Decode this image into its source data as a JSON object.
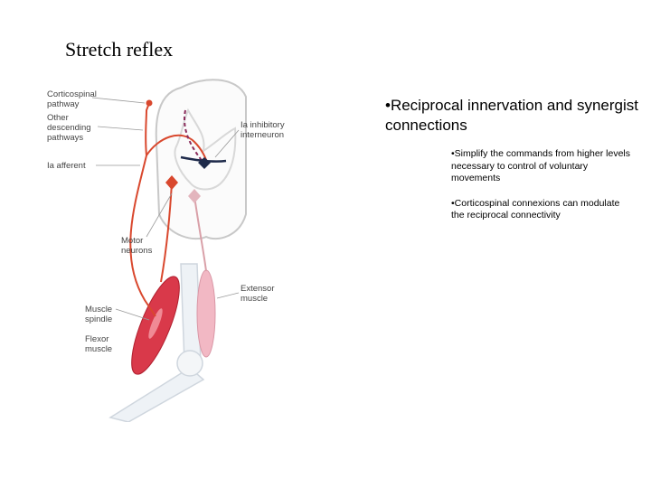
{
  "slide": {
    "title": "Stretch reflex",
    "bullet_main": "•Reciprocal innervation and synergist connections",
    "sub_bullets": [
      "•Simplify the commands from higher levels necessary to control of voluntary movements",
      "•Corticospinal connexions can modulate the reciprocal connectivity"
    ]
  },
  "figure": {
    "labels": {
      "corticospinal": [
        "Corticospinal",
        "pathway"
      ],
      "other_desc": [
        "Other",
        "descending",
        "pathways"
      ],
      "ia_afferent": "Ia afferent",
      "ia_inhib": [
        "Ia inhibitory",
        "interneuron"
      ],
      "motor": [
        "Motor",
        "neurons"
      ],
      "spindle": [
        "Muscle",
        "spindle"
      ],
      "flexor": [
        "Flexor",
        "muscle"
      ],
      "extensor": [
        "Extensor",
        "muscle"
      ]
    },
    "colors": {
      "pathway": "#d9482e",
      "flexor_muscle": "#d9394a",
      "extensor_muscle": "#f2b8c4",
      "inhibitory": "#1e2a4a",
      "dashed": "#8a2b5a",
      "cord_outline": "#c8c8c8",
      "bone": "#eef2f6"
    }
  }
}
